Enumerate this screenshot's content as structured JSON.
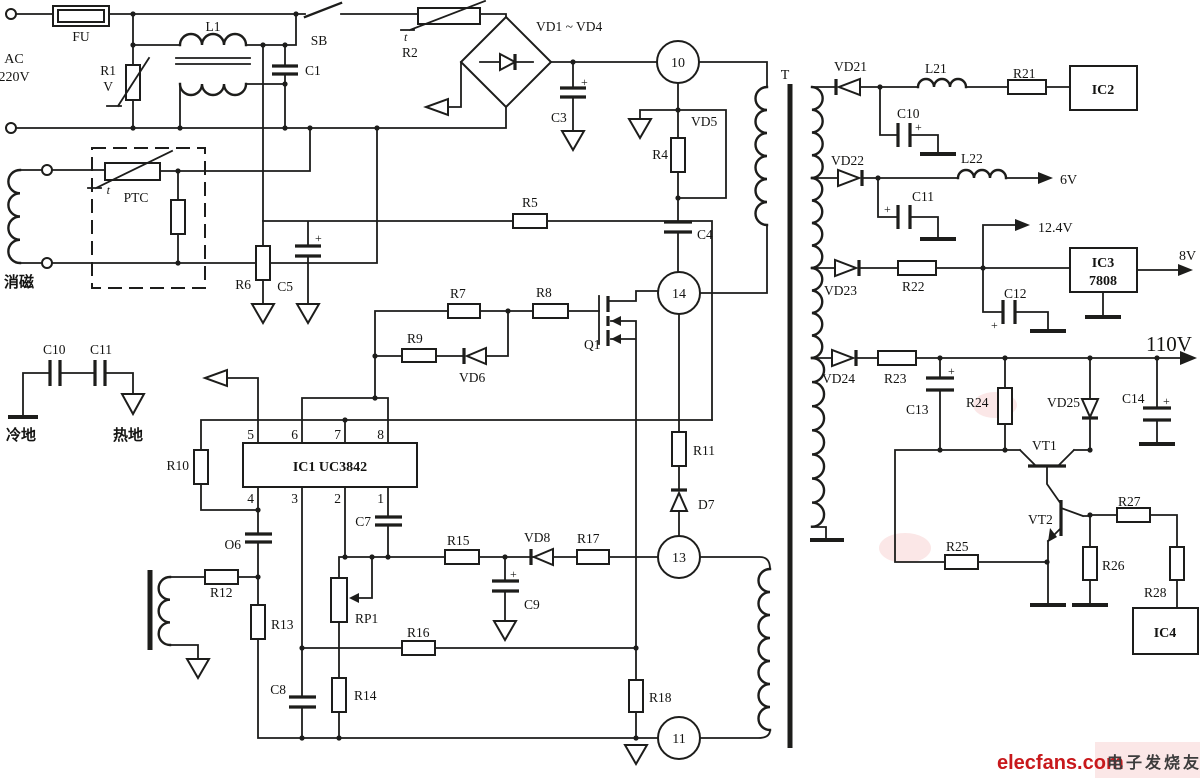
{
  "diagram": {
    "type": "schematic",
    "subject": "UC3842 switching power supply circuit",
    "colors": {
      "ink": "#1d1d1b",
      "paper": "#ffffff",
      "brand_red": "#c8191c",
      "watermark_cn": "#3c3c3c"
    }
  },
  "labels": {
    "fu": "FU",
    "ac1": "AC",
    "ac2": "220V",
    "r1": "R1",
    "r1v": "V",
    "l1": "L1",
    "sb": "SB",
    "c1": "C1",
    "r2": "R2",
    "r2t": "t",
    "bridge": "VD1 ~ VD4",
    "c3": "C3",
    "n10": "10",
    "ptc": "PTC",
    "ptct": "t",
    "degauss": "消磁",
    "c10l": "C10",
    "c11l": "C11",
    "cold": "冷地",
    "hot": "热地",
    "r6": "R6",
    "c5": "C5",
    "r5": "R5",
    "vd5": "VD5",
    "r4": "R4",
    "c4": "C4",
    "n14": "14",
    "r7": "R7",
    "r8": "R8",
    "r9": "R9",
    "vd6": "VD6",
    "q1": "Q1",
    "t": "T",
    "ic1": "IC1  UC3842",
    "p5": "5",
    "p6": "6",
    "p7": "7",
    "p8": "8",
    "p4": "4",
    "p3": "3",
    "p2": "2",
    "p1": "1",
    "r10": "R10",
    "c6": "O6",
    "r12": "R12",
    "r13": "R13",
    "c7": "C7",
    "c8": "C8",
    "rp1": "RP1",
    "r14": "R14",
    "r16": "R16",
    "r15": "R15",
    "vd8": "VD8",
    "r17": "R17",
    "c9": "C9",
    "r11": "R11",
    "d7": "D7",
    "n13": "13",
    "n11": "11",
    "r18": "R18",
    "vd21": "VD21",
    "l21": "L21",
    "r21": "R21",
    "ic2": "IC2",
    "c10r": "C10",
    "vd22": "VD22",
    "c11r": "C11",
    "l22": "L22",
    "out6v": "6V",
    "out124v": "12.4V",
    "vd23": "VD23",
    "r22": "R22",
    "ic3a": "IC3",
    "ic3b": "7808",
    "out8v": "8V",
    "c12": "C12",
    "out110v": "110V",
    "vd24": "VD24",
    "r23": "R23",
    "c13": "C13",
    "r24": "R24",
    "vd25": "VD25",
    "c14": "C14",
    "vt1": "VT1",
    "vt2": "VT2",
    "r25": "R25",
    "r26": "R26",
    "r27": "R27",
    "r28": "R28",
    "ic4": "IC4",
    "plus": "+"
  },
  "watermark": {
    "site": "elecfans.com",
    "cn": "电子发烧友"
  }
}
